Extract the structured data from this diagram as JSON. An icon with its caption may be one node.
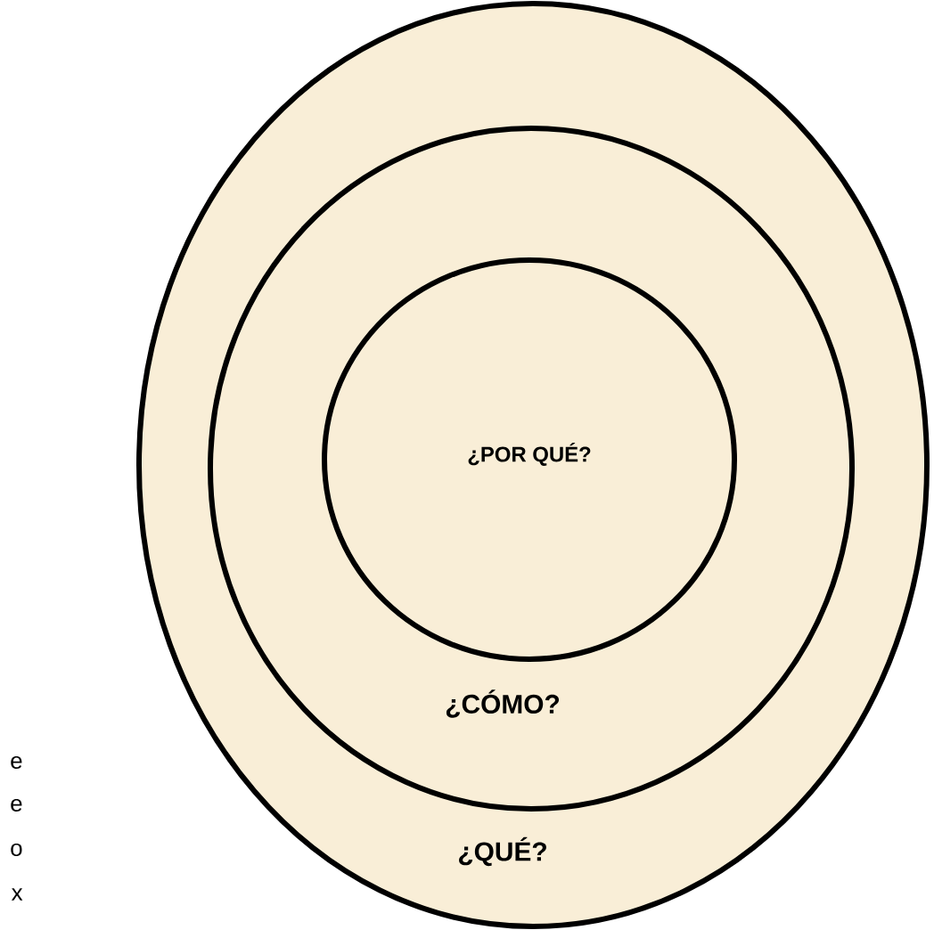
{
  "diagram": {
    "nodes": [
      {
        "text": [
          "¿QUÉ?"
        ]
      },
      {
        "text": [
          "¿CÓMO?"
        ],
        "in": 0
      },
      {
        "text": [
          "¿POR QUÉ?"
        ],
        "in": 1
      }
    ],
    "labels": [
      "e",
      "e",
      "o",
      "x"
    ]
  }
}
